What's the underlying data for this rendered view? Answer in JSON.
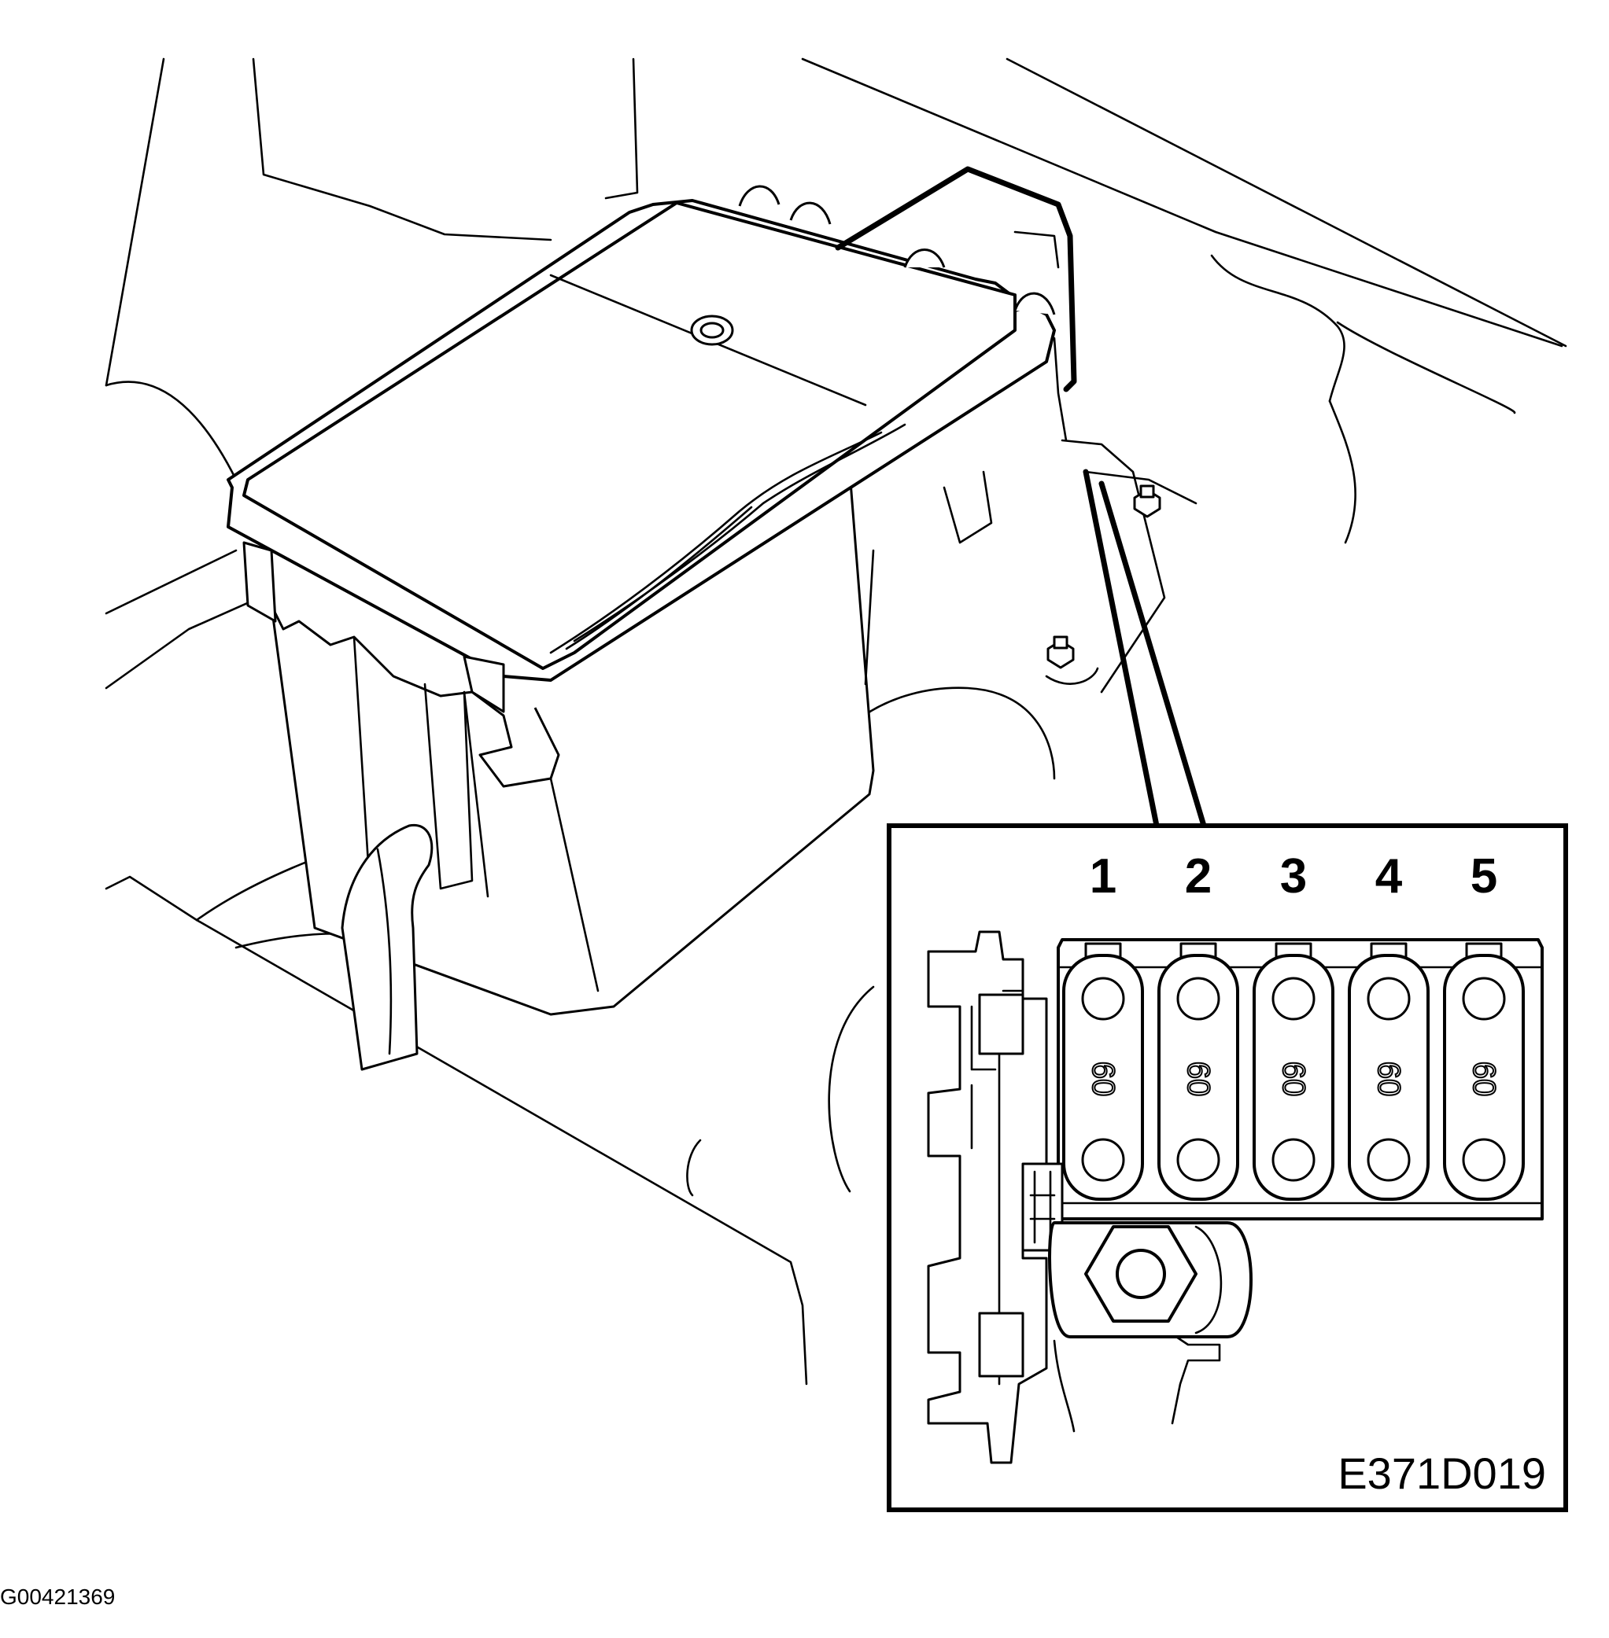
{
  "figure_id": "G00421369",
  "inset": {
    "code": "E371D019",
    "fuses": [
      {
        "position": "1",
        "rating": "60"
      },
      {
        "position": "2",
        "rating": "60"
      },
      {
        "position": "3",
        "rating": "60"
      },
      {
        "position": "4",
        "rating": "60"
      },
      {
        "position": "5",
        "rating": "60"
      }
    ]
  }
}
